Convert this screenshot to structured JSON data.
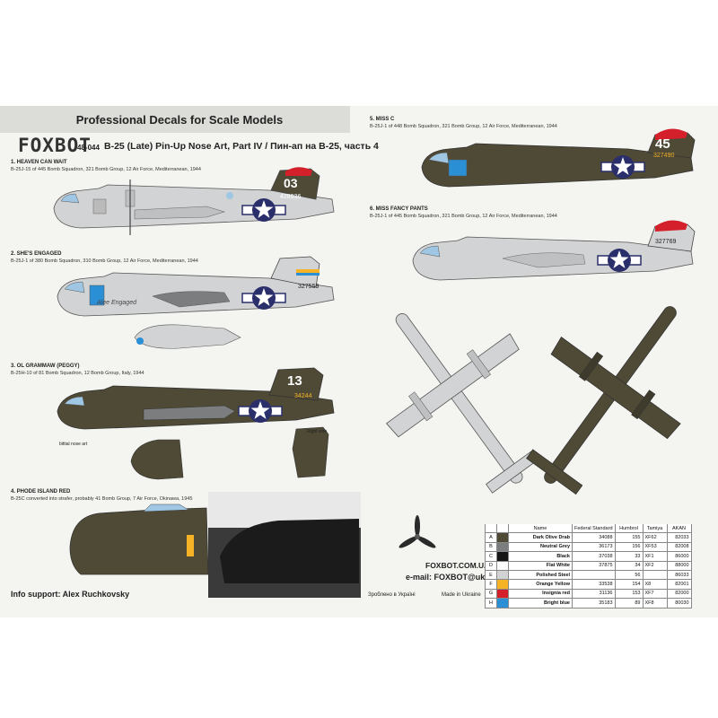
{
  "header": {
    "tagline": "Professional Decals for Scale Models",
    "brand": "FOXBOT",
    "catalog": "48-044",
    "title": "B-25 (Late) Pin-Up Nose Art, Part IV / Пин-ап на B-25, часть 4"
  },
  "schemes": [
    {
      "heading": "1. HEAVEN CAN WAIT",
      "desc": "B-25J-15 of 445 Bomb Squadron, 321 Bomb Group, 12 Air Force, Mediterranean, 1944",
      "tail_code": "03",
      "serial": "428936"
    },
    {
      "heading": "2. SHE'S ENGAGED",
      "desc": "B-25J-1 of 380 Bomb Squadron, 310 Bomb Group, 12 Air Force, Mediterranean, 1944",
      "serial": "327559",
      "nose_text": "Alee Engaged"
    },
    {
      "heading": "3. OL GRAMMAW (PEGGY)",
      "desc": "B-25H-10 of 81 Bomb Squadron, 12 Bomb Group, Italy, 1944",
      "tail_code": "13",
      "serial": "34244",
      "note": "bittial nose art",
      "right_side": "Right side"
    },
    {
      "heading": "4. PHODE ISLAND RED",
      "desc": "B-25C converted into strafer, probably 41 Bomb Group, 7 Air Force, Okinawa, 1945"
    },
    {
      "heading": "5. MISS C",
      "desc": "B-25J-1 of 448 Bomb Squadron, 321 Bomb Group, 12 Air Force, Mediterranean, 1944",
      "tail_code": "45",
      "serial": "327490"
    },
    {
      "heading": "6. MISS FANCY PANTS",
      "desc": "B-25J-1 of 445 Bomb Squadron, 321 Bomb Group, 12 Air Force, Mediterranean, 1944",
      "serial": "327769"
    }
  ],
  "footer": {
    "info": "Info support: Alex Ruchkovsky",
    "website": "FOXBOT.COM.UA",
    "email": "e-mail: FOXBOT@ukr.net",
    "made_ua": "Зроблено в Україні",
    "made_en": "Made in Ukraine"
  },
  "palette": {
    "headers": [
      "Name",
      "Federal Standard",
      "Humbrol",
      "Tamiya",
      "AKAN"
    ],
    "rows": [
      {
        "letter": "A",
        "name": "Dark Olive Drab",
        "fs": "34088",
        "humbrol": "155",
        "tamiya": "XF62",
        "akan": "82033",
        "color": "#4f4a36"
      },
      {
        "letter": "B",
        "name": "Neutral Grey",
        "fs": "36173",
        "humbrol": "156",
        "tamiya": "XF53",
        "akan": "82008",
        "color": "#7b7d7e"
      },
      {
        "letter": "C",
        "name": "Black",
        "fs": "37038",
        "humbrol": "33",
        "tamiya": "XF1",
        "akan": "86000",
        "color": "#151515"
      },
      {
        "letter": "D",
        "name": "Flat White",
        "fs": "37875",
        "humbrol": "34",
        "tamiya": "XF2",
        "akan": "88000",
        "color": "#ffffff"
      },
      {
        "letter": "E",
        "name": "Polished Steel",
        "fs": "",
        "humbrol": "56",
        "tamiya": "",
        "akan": "86033",
        "color": "#d2d3d4"
      },
      {
        "letter": "F",
        "name": "Orange Yellow",
        "fs": "33538",
        "humbrol": "154",
        "tamiya": "X8",
        "akan": "82001",
        "color": "#f5b325"
      },
      {
        "letter": "G",
        "name": "Insignia red",
        "fs": "31136",
        "humbrol": "153",
        "tamiya": "XF7",
        "akan": "82000",
        "color": "#d3202a"
      },
      {
        "letter": "H",
        "name": "Bright blue",
        "fs": "35183",
        "humbrol": "89",
        "tamiya": "XF8",
        "akan": "80030",
        "color": "#2b8fd5"
      }
    ]
  },
  "colors": {
    "olive": "#4f4a36",
    "silver": "#d2d3d4",
    "insignia_blue": "#2a2f6b",
    "red": "#d3202a",
    "yellow": "#f5b325",
    "blue": "#2b8fd5"
  }
}
